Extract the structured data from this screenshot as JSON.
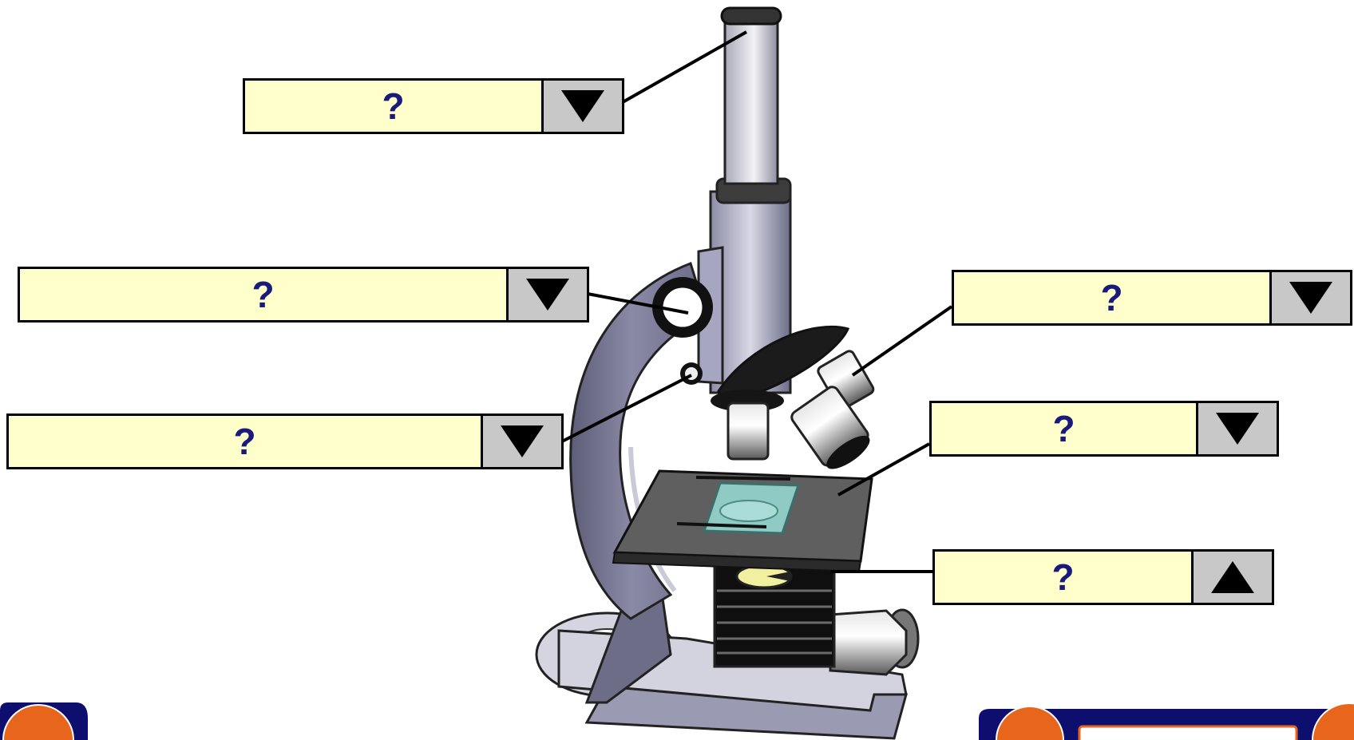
{
  "dropdowns": [
    {
      "id": "eyepiece",
      "value": "?",
      "arrow": "down"
    },
    {
      "id": "coarse-focus",
      "value": "?",
      "arrow": "down"
    },
    {
      "id": "fine-focus",
      "value": "?",
      "arrow": "down"
    },
    {
      "id": "objective-lens",
      "value": "?",
      "arrow": "down"
    },
    {
      "id": "stage",
      "value": "?",
      "arrow": "down"
    },
    {
      "id": "light-source",
      "value": "?",
      "arrow": "up"
    }
  ],
  "icons": [
    "microscope-illustration",
    "chevron-down-icon",
    "chevron-up-icon"
  ],
  "colors": {
    "field_bg": "#ffffcc",
    "field_text": "#1a1a7a",
    "arrow_bg": "#c8c8c8",
    "nav_bar": "#0e0e6e",
    "nav_button": "#e8661c"
  }
}
